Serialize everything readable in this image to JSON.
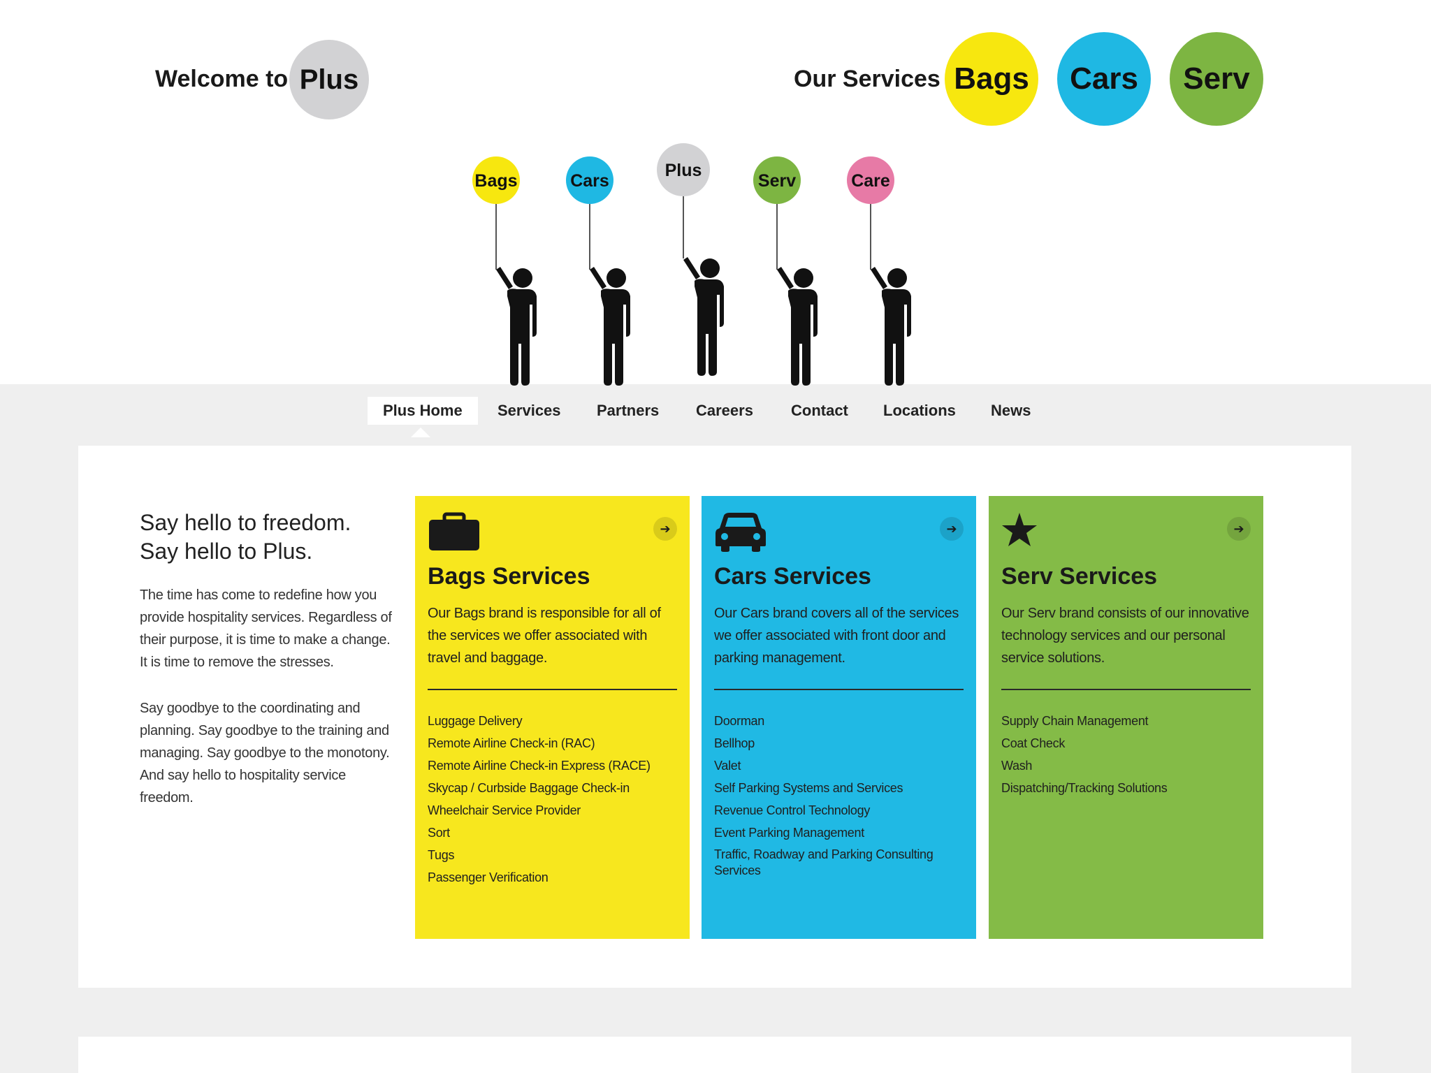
{
  "header": {
    "welcome_label": "Welcome to",
    "brand": "Plus",
    "services_label": "Our Services",
    "service_badges": [
      "Bags",
      "Cars",
      "Serv"
    ]
  },
  "balloons": [
    "Bags",
    "Cars",
    "Plus",
    "Serv",
    "Care"
  ],
  "nav": {
    "items": [
      "Plus Home",
      "Services",
      "Partners",
      "Careers",
      "Contact",
      "Locations",
      "News"
    ],
    "active": "Plus Home"
  },
  "intro": {
    "headline_1": "Say hello to freedom.",
    "headline_2": "Say hello to Plus.",
    "paragraph_1": "The time has come to redefine how you provide hospitality services. Regardless of their purpose, it is time to make a change. It is time to remove the stresses.",
    "paragraph_2": "Say goodbye to the coordinating and planning. Say goodbye to the training and managing. Say goodbye to the monotony. And say hello to hospitality service freedom."
  },
  "cards": [
    {
      "title": "Bags Services",
      "icon": "briefcase-icon",
      "description": "Our Bags brand is responsible for all of the services we offer associated with travel and baggage.",
      "items": [
        "Luggage Delivery",
        "Remote Airline Check-in (RAC)",
        "Remote Airline Check-in Express (RACE)",
        "Skycap / Curbside Baggage Check-in",
        "Wheelchair Service Provider",
        "Sort",
        "Tugs",
        "Passenger Verification"
      ]
    },
    {
      "title": "Cars Services",
      "icon": "car-icon",
      "description": "Our Cars brand covers all of the services we offer associated with front door and parking management.",
      "items": [
        "Doorman",
        "Bellhop",
        "Valet",
        "Self Parking Systems and Services",
        "Revenue Control Technology",
        "Event Parking Management",
        "Traffic, Roadway and Parking Consulting Services"
      ]
    },
    {
      "title": "Serv Services",
      "icon": "star-icon",
      "description": "Our Serv brand consists of our innovative technology services and our personal service solutions.",
      "items": [
        "Supply Chain Management",
        "Coat Check",
        "Wash",
        "Dispatching/Tracking Solutions"
      ]
    }
  ],
  "colors": {
    "bags": "#f7e71e",
    "cars": "#20b9e4",
    "serv": "#84bb47",
    "plus": "#d2d2d4",
    "care": "#e77aa6"
  }
}
